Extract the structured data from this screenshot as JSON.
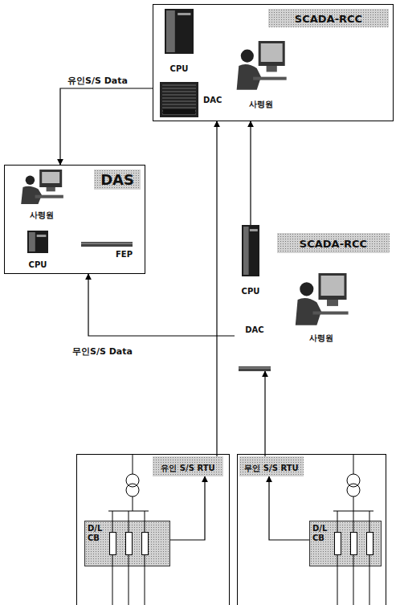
{
  "diagram": {
    "nodes": [
      {
        "text": [
          "SCADA-RCC"
        ]
      },
      {
        "text": [
          "CPU"
        ],
        "in": 0
      },
      {
        "text": [
          "DAC"
        ],
        "in": 0
      },
      {
        "text": [
          "사령원"
        ],
        "in": 0
      },
      {
        "text": [
          "DAS"
        ]
      },
      {
        "text": [
          "사령원"
        ],
        "in": 4
      },
      {
        "text": [
          "CPU"
        ],
        "in": 4
      },
      {
        "text": [
          "FEP"
        ],
        "in": 4
      },
      {
        "text": [
          "SCADA-RCC"
        ]
      },
      {
        "text": [
          "CPU"
        ]
      },
      {
        "text": [
          "사령원"
        ]
      },
      {
        "text": [
          "DAC"
        ]
      },
      {
        "text": [
          "유인 S/S RTU"
        ]
      },
      {
        "text": [
          "D/L CB"
        ]
      },
      {
        "text": [
          "무인 S/S RTU"
        ]
      },
      {
        "text": [
          "D/L CB"
        ]
      }
    ],
    "edges": [
      {
        "from": 1,
        "to": 2,
        "arrow": "none"
      },
      {
        "from": 1,
        "to": 3,
        "arrow": "none"
      },
      {
        "from": 2,
        "to": 4,
        "arrow": "to",
        "label": "유인S/S Data"
      },
      {
        "from": 5,
        "to": 6,
        "arrow": "none"
      },
      {
        "from": 6,
        "to": 7,
        "arrow": "none"
      },
      {
        "from": 11,
        "to": 4,
        "arrow": "to",
        "label": "무인S/S Data"
      },
      {
        "from": 9,
        "to": 0,
        "arrow": "to"
      },
      {
        "from": 12,
        "to": 0,
        "arrow": "to"
      },
      {
        "from": 14,
        "to": 11,
        "arrow": "to"
      },
      {
        "from": 13,
        "to": 12,
        "arrow": "to"
      },
      {
        "from": 15,
        "to": 14,
        "arrow": "to"
      }
    ]
  }
}
